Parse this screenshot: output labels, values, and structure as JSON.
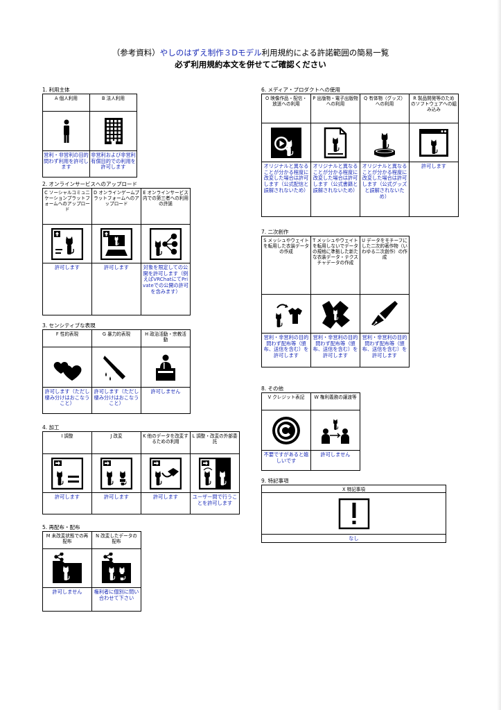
{
  "title": {
    "prefix": "（参考資料）",
    "highlight": "やしのはずえ制作３Dモデル",
    "suffix": "利用規約による許諾範囲の簡易一覧",
    "line2": "必ず利用規約本文を併せてご確認ください"
  },
  "colors": {
    "answer_text": "#1c2db8",
    "icon_fill": "#000000"
  },
  "sections": [
    {
      "id": "s1",
      "title": "1. 利用主体",
      "items": [
        {
          "label": "A 個人利用",
          "icon": "person-icon",
          "answer": "営利・非営利の目的問わず利用を許可します"
        },
        {
          "label": "B 法人利用",
          "icon": "office-building-icon",
          "answer": "非営利および非営利有償目的での利用を許可します"
        }
      ]
    },
    {
      "id": "s2",
      "title": "2. オンラインサービスへのアップロード",
      "items": [
        {
          "label": "C ソーシャルコミュニケーションプラットフォームへのアップロード",
          "icon": "social-upload-icon",
          "answer": "許可します"
        },
        {
          "label": "D オンラインゲームプラットフォームへのアップロード",
          "icon": "game-upload-icon",
          "answer": "許可します"
        },
        {
          "label": "E オンラインサービス内での第三者への利用の許諾",
          "icon": "share-to-others-icon",
          "answer": "対象を限定しての公開を許可します（例えばVRChatにてPrivateでの公開の許可を含みます）"
        }
      ]
    },
    {
      "id": "s3",
      "title": "3. センシティブな表現",
      "items": [
        {
          "label": "F 性的表現",
          "icon": "hearts-icon",
          "answer": "許可します（ただし棲み分けはおこなうこと）"
        },
        {
          "label": "G 暴力的表現",
          "icon": "knife-icon",
          "answer": "許可します（ただし棲み分けはおこなうこと）"
        },
        {
          "label": "H 政治活動・宗教活動",
          "icon": "podium-speaker-icon",
          "answer": "許可しません"
        }
      ]
    },
    {
      "id": "s4",
      "title": "4. 加工",
      "items": [
        {
          "label": "I 調整",
          "icon": "adjust-icon",
          "answer": "許可します"
        },
        {
          "label": "J 改変",
          "icon": "modify-icon",
          "answer": "許可します"
        },
        {
          "label": "K 他のデータを改変するための利用",
          "icon": "ribbon-transfer-icon",
          "answer": "許可します"
        },
        {
          "label": "L 調整・改変の外部委託",
          "icon": "outsource-icon",
          "answer": "ユーザー間で行うことを許可します"
        }
      ]
    },
    {
      "id": "s5",
      "title": "5. 再配布・配布",
      "items": [
        {
          "label": "M 未改変状態での再配布",
          "icon": "redistribute-folder-icon",
          "answer": "許可しません"
        },
        {
          "label": "N 改変したデータの配布",
          "icon": "distribute-modified-icon",
          "answer": "権利者に個別に問い合わせて下さい"
        }
      ]
    },
    {
      "id": "s6",
      "title": "6. メディア・プロダクトへの使用",
      "items": [
        {
          "label": "O 映像作品・配信・放送への利用",
          "icon": "video-play-icon",
          "answer": "オリジナルと異なることが分かる程度に改変した場合は許可します（公式配信と誤解されないため）"
        },
        {
          "label": "P 出版物・電子出版物への利用",
          "icon": "document-icon",
          "answer": "オリジナルと異なることが分かる程度に改変した場合は許可します（公式書籍と誤解されないため）"
        },
        {
          "label": "Q 有体物（グッズ）への利用",
          "icon": "figure-goods-icon",
          "answer": "オリジナルと異なることが分かる程度に改変した場合は許可します（公式グッズと誤解されないため）"
        },
        {
          "label": "R 製品開発等のためのソフトウェアへの組み込み",
          "icon": "software-window-icon",
          "answer": "許可します"
        }
      ]
    },
    {
      "id": "s7",
      "title": "7. 二次創作",
      "items": [
        {
          "label": "S メッシュやウェイトを転用した衣装データの作成",
          "icon": "clothing-transfer-icon",
          "answer": "営利・非営利の目的問わず配布等（頒布、送信を含む）を許可します"
        },
        {
          "label": "T メッシュやウェイトを転用しないでデータの規格に準拠した新たな衣装データ・テクスチャデータの作成",
          "icon": "fabric-icon",
          "answer": "営利・非営利の目的問わず配布等（頒布、送信を含む）を許可します"
        },
        {
          "label": "U データをモチーフにした二次的著作物（いわゆる二次創作）の作成",
          "icon": "pen-nib-icon",
          "answer": "営利・非営利の目的問わず配布等（頒布、送信を含む）を許可します"
        }
      ]
    },
    {
      "id": "s8",
      "title": "8. その他",
      "items": [
        {
          "label": "V クレジット表記",
          "icon": "copyright-icon",
          "answer": "不要ですがあると嬉しいです"
        },
        {
          "label": "W 権利義務の譲渡等",
          "icon": "rights-transfer-icon",
          "answer": "許可しません"
        }
      ]
    },
    {
      "id": "s9",
      "title": "9. 特記事項",
      "items": [
        {
          "label": "X 特記事項",
          "icon": "exclamation-icon",
          "answer": "なし"
        }
      ]
    }
  ]
}
